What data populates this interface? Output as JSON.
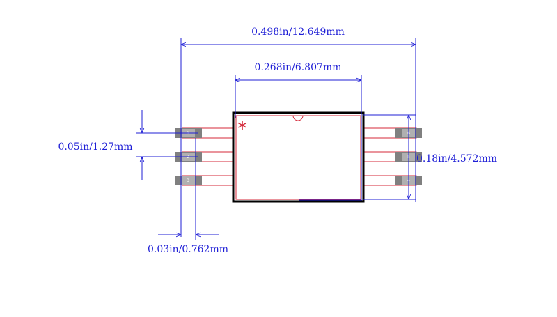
{
  "diagram": {
    "dimensions": {
      "overall_width": "0.498in/12.649mm",
      "body_width": "0.268in/6.807mm",
      "pitch": "0.05in/1.27mm",
      "body_length": "0.18in/4.572mm",
      "pad_width": "0.03in/0.762mm"
    },
    "pin1_marker": "*",
    "pins": [
      {
        "number": "1"
      },
      {
        "number": "2"
      },
      {
        "number": "3"
      },
      {
        "number": "4"
      },
      {
        "number": "5"
      },
      {
        "number": "6"
      }
    ],
    "colors": {
      "dimension": "#1f1fd6",
      "outline": "#000000",
      "silkscreen": "#d42a3a",
      "pad": "#808080"
    }
  }
}
